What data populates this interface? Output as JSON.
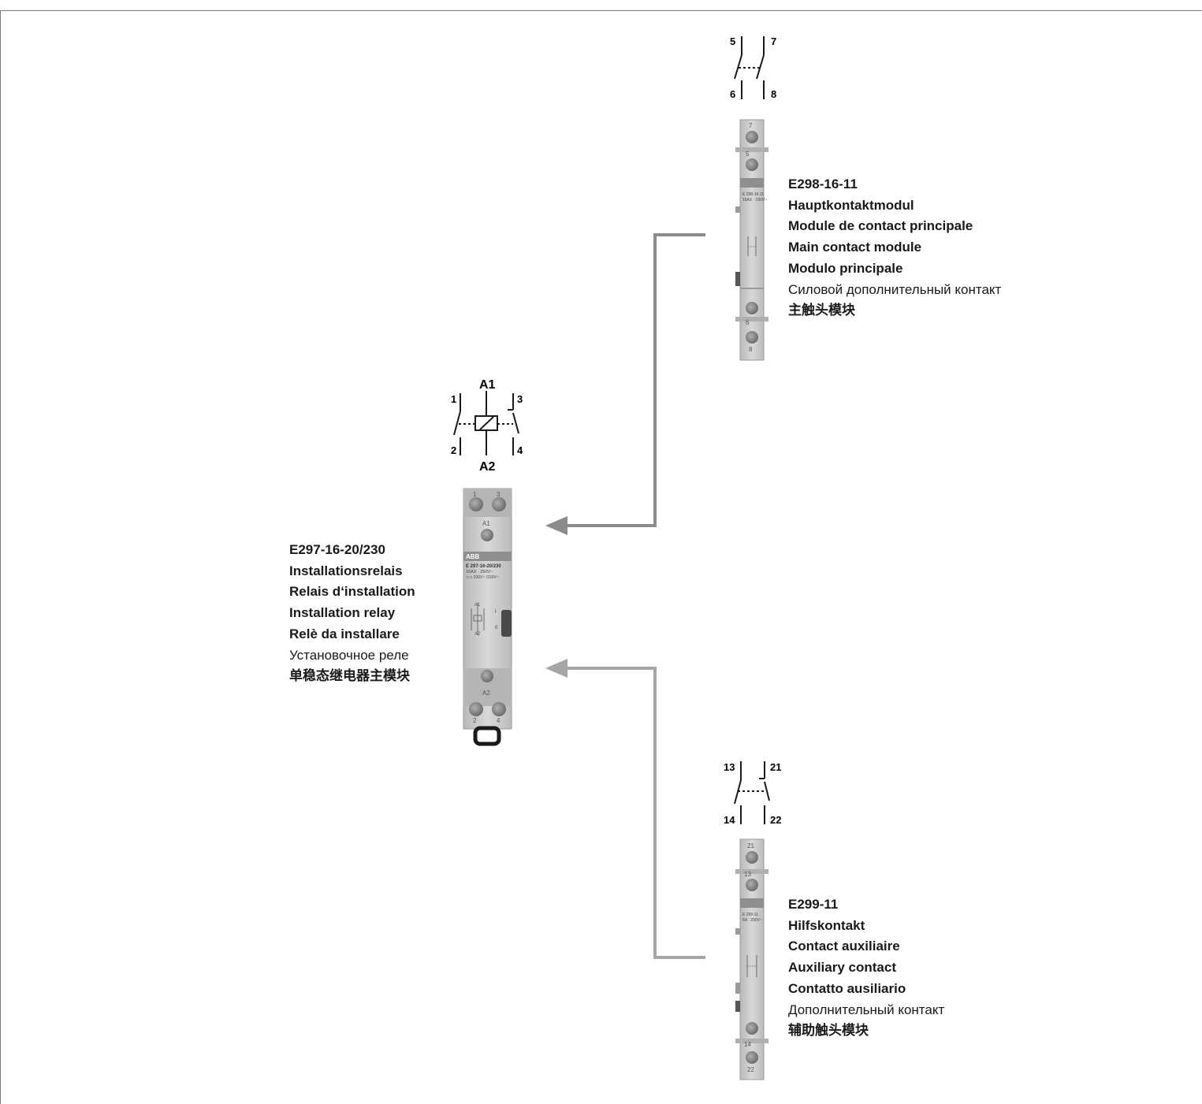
{
  "relay": {
    "terminals": {
      "a1": "A1",
      "a2": "A2",
      "t1": "1",
      "t2": "2",
      "t3": "3",
      "t4": "4"
    },
    "device": {
      "brand": "ABB",
      "model": "E 297-16-20/230",
      "rating": "16AX · 250V~",
      "coil": "⊂⊃ 230V~ /230V~",
      "switch_on": "I",
      "switch_off": "0"
    },
    "lines": [
      "E297-16-20/230",
      "Installationsrelais",
      "Relais d‘installation",
      "Installation relay",
      "Relè da installare",
      "Установочное реле",
      "单稳态继电器主模块"
    ]
  },
  "main_module": {
    "terminals": {
      "t5": "5",
      "t6": "6",
      "t7": "7",
      "t8": "8"
    },
    "device": {
      "model": "E 298-16-11",
      "rating": "16AX · 250V~"
    },
    "lines": [
      "E298-16-11",
      "Hauptkontaktmodul",
      "Module de contact principale",
      "Main contact module",
      "Modulo principale",
      "Силовой дополнительный контакт",
      "主触头模块"
    ]
  },
  "aux_module": {
    "terminals": {
      "t13": "13",
      "t14": "14",
      "t21": "21",
      "t22": "22"
    },
    "device": {
      "model": "E 299-11",
      "rating": "6A · 250V~"
    },
    "lines": [
      "E299-11",
      "Hilfskontakt",
      "Contact auxiliaire",
      "Auxiliary contact",
      "Contatto ausiliario",
      "Дополнительный контакт",
      "辅助触头模块"
    ]
  },
  "colors": {
    "connector_line": "#8c8c8c",
    "connector_line_light": "#a6a6a6",
    "device_body": "#c9c9c9",
    "device_dark": "#8f8f8f",
    "frame": "#7a7a7a"
  },
  "icons": {
    "arrow": "arrow-left-icon",
    "screw": "screw-terminal-icon",
    "coil": "relay-coil-icon"
  }
}
